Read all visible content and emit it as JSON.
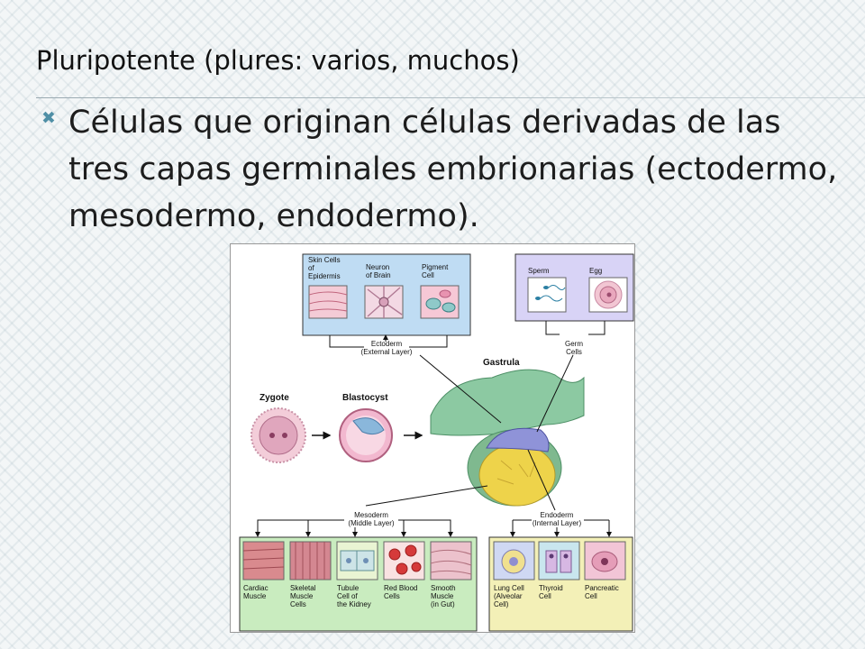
{
  "title": "Pluripotente (plures: varios, muchos)",
  "bullet": {
    "icon": "cross-bullet-icon",
    "symbol": "✖",
    "text": "Células que originan células derivadas de las tres capas germinales embrionarias (ectodermo, mesodermo, endodermo)."
  },
  "diagram": {
    "stages": {
      "zygote": "Zygote",
      "blastocyst": "Blastocyst",
      "gastrula": "Gastrula"
    },
    "ectoderm": {
      "label_l1": "Ectoderm",
      "label_l2": "(External Layer)",
      "cells": [
        [
          "Skin Cells",
          "of",
          "Epidermis"
        ],
        [
          "Neuron",
          "of Brain"
        ],
        [
          "Pigment",
          "Cell"
        ]
      ]
    },
    "germ": {
      "label_l1": "Germ",
      "label_l2": "Cells",
      "cells": [
        [
          "Sperm"
        ],
        [
          "Egg"
        ]
      ]
    },
    "mesoderm": {
      "label_l1": "Mesoderm",
      "label_l2": "(Middle Layer)",
      "cells": [
        [
          "Cardiac",
          "Muscle"
        ],
        [
          "Skeletal",
          "Muscle",
          "Cells"
        ],
        [
          "Tubule",
          "Cell of",
          "the Kidney"
        ],
        [
          "Red Blood",
          "Cells"
        ],
        [
          "Smooth",
          "Muscle",
          "(in Gut)"
        ]
      ]
    },
    "endoderm": {
      "label_l1": "Endoderm",
      "label_l2": "(Internal Layer)",
      "cells": [
        [
          "Lung Cell",
          "(Alveolar",
          "Cell)"
        ],
        [
          "Thyroid",
          "Cell"
        ],
        [
          "Pancreatic",
          "Cell"
        ]
      ]
    },
    "colors": {
      "ectoderm_box": "#bfdcf3",
      "germ_box": "#d8d3f6",
      "mesoderm_box": "#c9ecbf",
      "endoderm_box": "#f3f0b7",
      "gastrula_outer": "#8cc9a2",
      "gastrula_yolk": "#eed34a",
      "gastrula_inner": "#8f93d8"
    }
  }
}
